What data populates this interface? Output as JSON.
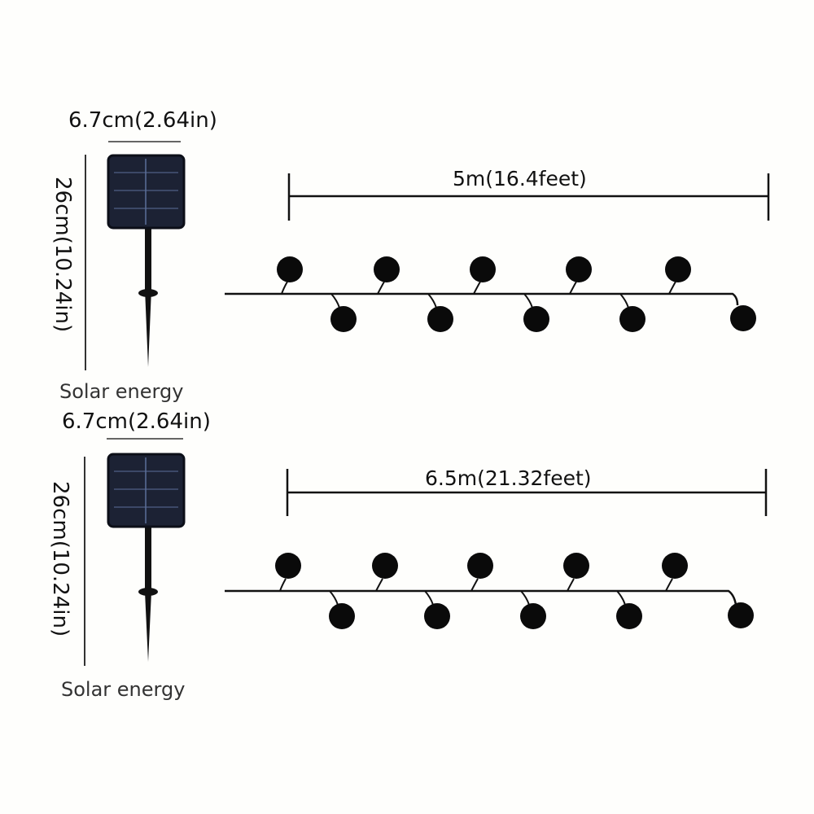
{
  "sections": [
    {
      "panel_width_label": "6.7cm(2.64in)",
      "panel_height_label": "26cm(10.24in)",
      "string_length_label": "5m(16.4feet)",
      "solar_label": "Solar energy",
      "bulb_count": 10
    },
    {
      "panel_width_label": "6.7cm(2.64in)",
      "panel_height_label": "26cm(10.24in)",
      "string_length_label": "6.5m(21.32feet)",
      "solar_label": "Solar energy",
      "bulb_count": 10
    }
  ],
  "colors": {
    "background": "#fefefc",
    "panel": "#1c2234",
    "bulb": "#0a0a0a",
    "line": "#111111"
  }
}
